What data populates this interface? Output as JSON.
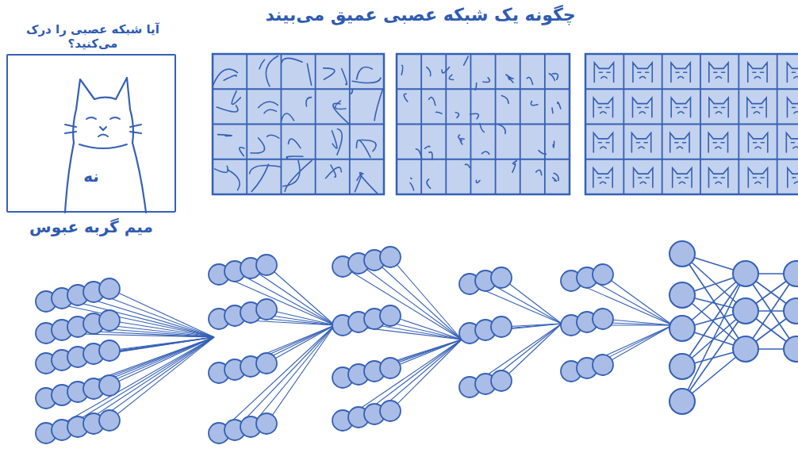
{
  "diagram": {
    "title": "چگونه یک شبکه عصبی عمیق می‌بیند",
    "nodes": [
      {
        "text": [
          "آیا شبکه عصبی را درک می‌کنید؟",
          "نه"
        ]
      }
    ],
    "labels": [
      "میم گربه عبوس"
    ]
  }
}
